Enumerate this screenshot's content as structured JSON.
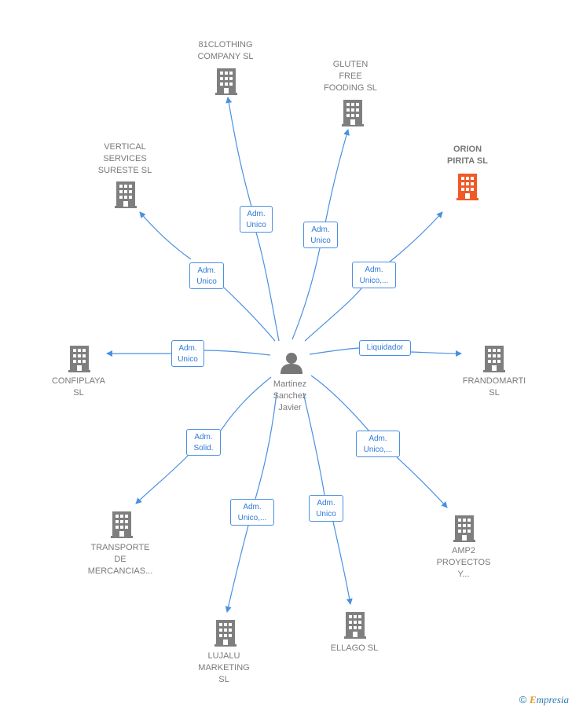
{
  "center": {
    "name": "Martinez\nSanchez\nJavier",
    "icon": "person-icon"
  },
  "colors": {
    "edge": "#4a90e2",
    "building": "#7f7f7f",
    "highlight": "#f05a28",
    "person": "#777777"
  },
  "companies": [
    {
      "id": "81clothing",
      "name": "81CLOTHING\nCOMPANY SL",
      "role": "Adm.\nUnico",
      "highlight": false
    },
    {
      "id": "gluten",
      "name": "GLUTEN\nFREE\nFOODING SL",
      "role": "Adm.\nUnico",
      "highlight": false
    },
    {
      "id": "orion",
      "name": "ORION\nPIRITA SL",
      "role": "Adm.\nUnico,...",
      "highlight": true
    },
    {
      "id": "vertical",
      "name": "VERTICAL\nSERVICES\nSURESTE SL",
      "role": "Adm.\nUnico",
      "highlight": false
    },
    {
      "id": "confiplaya",
      "name": "CONFIPLAYA\nSL",
      "role": "Adm.\nUnico",
      "highlight": false
    },
    {
      "id": "frandomarti",
      "name": "FRANDOMARTI\nSL",
      "role": "Liquidador",
      "highlight": false
    },
    {
      "id": "transporte",
      "name": "TRANSPORTE\nDE\nMERCANCIAS...",
      "role": "Adm.\nSolid.",
      "highlight": false
    },
    {
      "id": "amp2",
      "name": "AMP2\nPROYECTOS\nY...",
      "role": "Adm.\nUnico,...",
      "highlight": false
    },
    {
      "id": "lujalu",
      "name": "LUJALU\nMARKETING\nSL",
      "role": "Adm.\nUnico,...",
      "highlight": false
    },
    {
      "id": "ellago",
      "name": "ELLAGO SL",
      "role": "Adm.\nUnico",
      "highlight": false
    }
  ],
  "watermark": {
    "copyright": "©",
    "brand_initial": "E",
    "brand_rest": "mpresia"
  }
}
